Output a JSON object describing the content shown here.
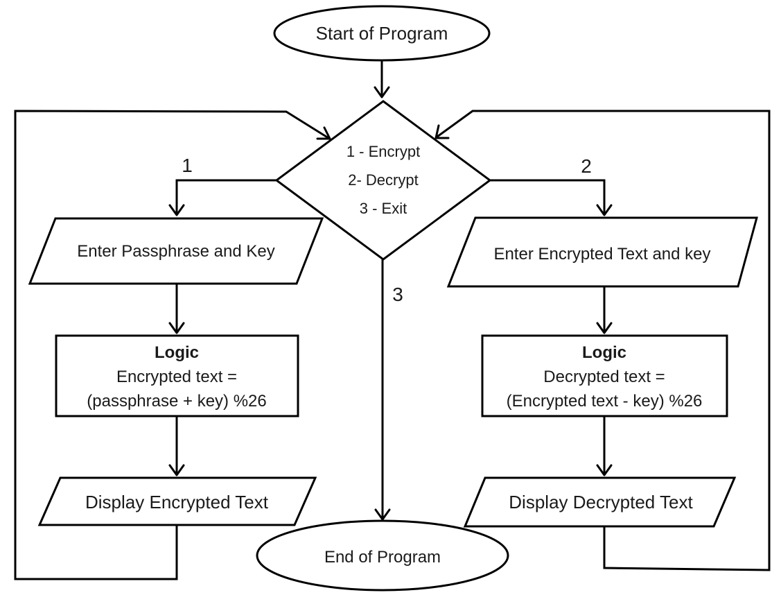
{
  "nodes": {
    "start": "Start of Program",
    "menu": {
      "line1": "1 - Encrypt",
      "line2": "2- Decrypt",
      "line3": "3 - Exit"
    },
    "enter_encrypt": "Enter Passphrase and Key",
    "enter_decrypt": "Enter Encrypted Text and key",
    "logic_encrypt": {
      "title": "Logic",
      "line1": "Encrypted text =",
      "line2": "(passphrase + key) %26"
    },
    "logic_decrypt": {
      "title": "Logic",
      "line1": "Decrypted text =",
      "line2": "(Encrypted text - key) %26"
    },
    "display_encrypt": "Display Encrypted Text",
    "display_decrypt": "Display Decrypted Text",
    "end": "End of Program"
  },
  "branch_labels": {
    "encrypt": "1",
    "decrypt": "2",
    "exit": "3"
  }
}
